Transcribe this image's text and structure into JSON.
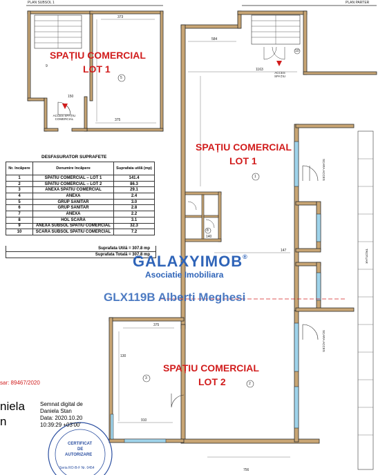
{
  "plans": {
    "subsol_title": "PLAN SUBSOL 1",
    "parter_title": "PLAN PARTER"
  },
  "rooms": {
    "lot1_sub_line1": "SPAȚIU COMERCIAL",
    "lot1_sub_line2": "LOT 1",
    "lot1_sub_marker": "5",
    "lot1_line1": "SPAȚIU COMERCIAL",
    "lot1_line2": "LOT 1",
    "lot1_marker": "1",
    "lot2_line1": "SPAȚIU COMERCIAL",
    "lot2_line2": "LOT 2",
    "lot2_marker": "2",
    "room3_marker": "3",
    "room8_marker": "8",
    "room9_marker": "9",
    "room10_marker": "10"
  },
  "notes": {
    "acces_subsol": "ACCES SPAȚIU COMERCIAL",
    "acces_parter": "ACCES SPAȚIU",
    "scara_acces_1": "SCARA ACCES",
    "scara_acces_2": "SCARA ACCES",
    "trotuar": "TROTUAR"
  },
  "dimensions": {
    "d_subsol_top": "373",
    "d_subsol_bottom": "375",
    "d_subsol_mid": "150",
    "d_parter_top": "584",
    "d_parter_right": "1163",
    "d_room_mid": "147",
    "d_lot2_top": "375",
    "d_lot2_left": "130",
    "d_lot2_bottom": "910",
    "d_bottom": "756",
    "d_small": "140"
  },
  "table": {
    "title": "DESFASURATOR SUPRAFETE",
    "headers": [
      "Nr. încăpere",
      "Denumire încăpere",
      "Suprafata utilă (mp)"
    ],
    "rows": [
      [
        "1",
        "SPATIU COMERCIAL – LOT 1",
        "141.4"
      ],
      [
        "2",
        "SPATIU COMERCIAL – LOT 2",
        "86.3"
      ],
      [
        "3",
        "ANEXA SPATIU COMERCIAL",
        "29.1"
      ],
      [
        "4",
        "ANEXA",
        "2.4"
      ],
      [
        "5",
        "GRUP SANITAR",
        "3.0"
      ],
      [
        "6",
        "GRUP SANITAR",
        "2.8"
      ],
      [
        "7",
        "ANEXA",
        "2.2"
      ],
      [
        "8",
        "HOL SCARA",
        "3.1"
      ],
      [
        "9",
        "ANEXA SUBSOL SPATIU COMERCIAL",
        "32.3"
      ],
      [
        "10",
        "SCARA SUBSOL SPATIU COMERCIAL",
        "7.2"
      ]
    ],
    "util": "Suprafata Utilă = 307.8 mp",
    "total": "Suprafata Totală = 307.8 mp"
  },
  "watermark": {
    "logo_left": "GALAXY",
    "logo_right": "IMOB",
    "registered": "®",
    "subtitle": "Asociatie Imobiliara",
    "code": "GLX119B Alberti Meghesi"
  },
  "signature": {
    "ref": "sar: 89467/2020",
    "name_line1": "niela",
    "name_line2": "n",
    "sig_line1": "Semnat digital de",
    "sig_line2": "Daniela Stan",
    "sig_line3": "Data: 2020.10.20",
    "sig_line4": "10:39:29 +03'00'",
    "stamp_line1": "CERTIFICAT",
    "stamp_line2": "DE",
    "stamp_line3": "AUTORIZARE",
    "stamp_line4": "Seria RO-B-F Nr. 0454"
  },
  "colors": {
    "wall": "#c8a574",
    "wall_edge": "#2a2a2a",
    "red": "#d11c1c",
    "watermark_blue": "#2f64b8",
    "watermark_gold": "#e0a020",
    "window": "#9fd3ea"
  }
}
